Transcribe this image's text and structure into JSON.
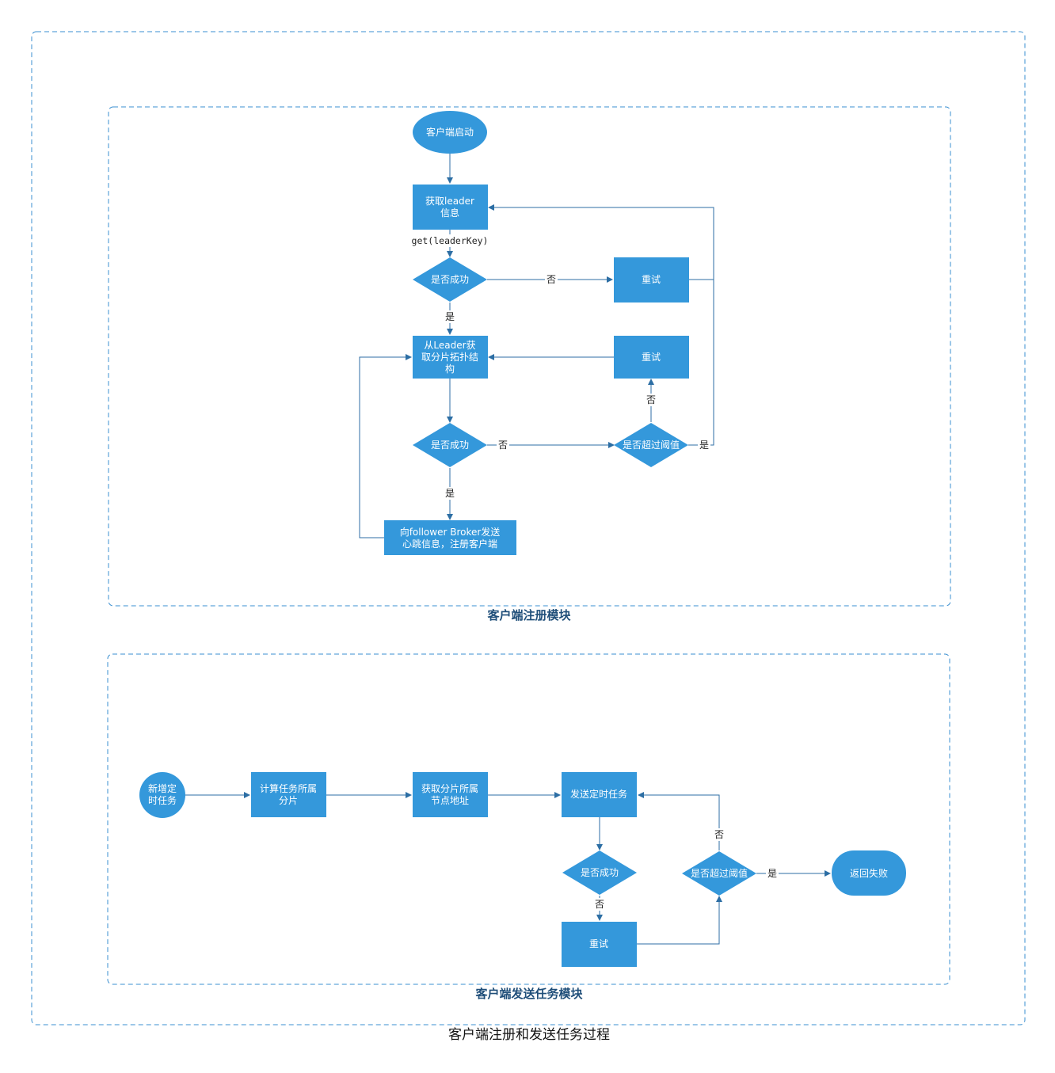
{
  "title": "客户端注册和发送任务过程",
  "colors": {
    "node_fill": "#3498db",
    "edge": "#2c6ea4",
    "frame": "#3a8fd0",
    "group_title": "#1f4e79"
  },
  "groups": {
    "register": {
      "title": "客户端注册模块"
    },
    "send": {
      "title": "客户端发送任务模块"
    }
  },
  "nodes": {
    "client_start": [
      "客户端启动"
    ],
    "get_leader": [
      "获取leader",
      "信息"
    ],
    "success1": [
      "是否成功"
    ],
    "retry1": [
      "重试"
    ],
    "get_topo": [
      "从Leader获",
      "取分片拓扑结",
      "构"
    ],
    "retry2": [
      "重试"
    ],
    "success2": [
      "是否成功"
    ],
    "threshold1": [
      "是否超过阈值"
    ],
    "heartbeat": [
      "向follower Broker发送",
      "心跳信息，注册客户端"
    ],
    "new_task": [
      "新增定",
      "时任务"
    ],
    "calc_shard": [
      "计算任务所属",
      "分片"
    ],
    "get_addr": [
      "获取分片所属",
      "节点地址"
    ],
    "send_task": [
      "发送定时任务"
    ],
    "success3": [
      "是否成功"
    ],
    "retry3": [
      "重试"
    ],
    "threshold2": [
      "是否超过阈值"
    ],
    "return_fail": [
      "返回失败"
    ]
  },
  "edge_labels": {
    "get_call": "get(leaderKey)",
    "s1_no": "否",
    "s1_yes": "是",
    "s2_no": "否",
    "s2_yes": "是",
    "t1_no": "否",
    "t1_yes": "是",
    "s3_no": "否",
    "t2_no": "否",
    "t2_yes": "是"
  }
}
